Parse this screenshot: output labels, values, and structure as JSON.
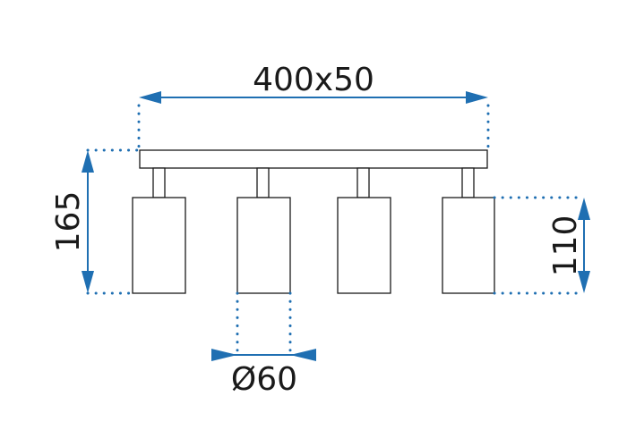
{
  "dimensions": {
    "width_label": "400x50",
    "height_label": "165",
    "spot_height_label": "110",
    "diameter_label": "Ø60"
  },
  "colors": {
    "dimension": "#1f6fb2",
    "outline": "#1a1a1a",
    "background": "#ffffff"
  }
}
